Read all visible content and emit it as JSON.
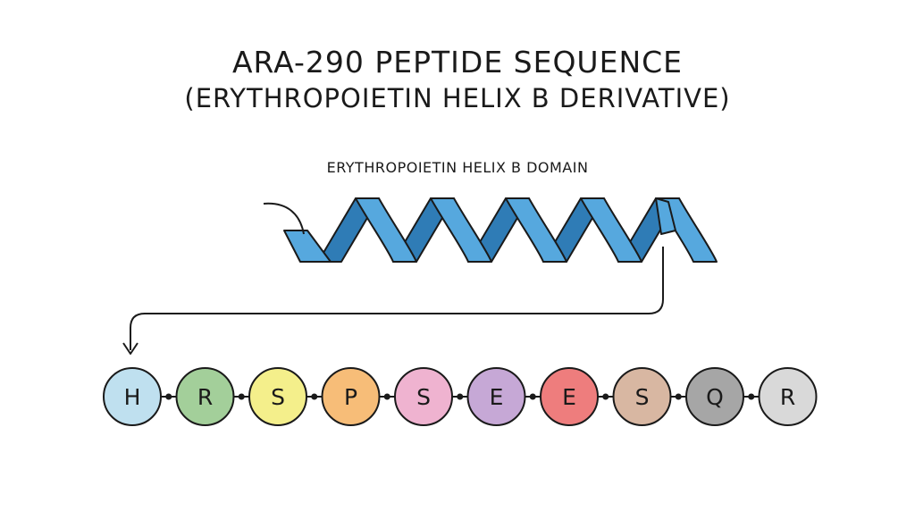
{
  "title": {
    "line1": "ARA-290 PEPTIDE SEQUENCE",
    "line2": "(ERYTHROPOIETIN HELIX B DERIVATIVE)"
  },
  "helix": {
    "label": "ERYTHROPOIETIN HELIX B DOMAIN",
    "front_color": "#56a8de",
    "back_color": "#2f7cb6",
    "outline_color": "#1a1a1a"
  },
  "sequence": [
    {
      "letter": "H",
      "color": "#bfe0ef"
    },
    {
      "letter": "R",
      "color": "#a3cf9a"
    },
    {
      "letter": "S",
      "color": "#f4ef8b"
    },
    {
      "letter": "P",
      "color": "#f7bd78"
    },
    {
      "letter": "S",
      "color": "#efb3d0"
    },
    {
      "letter": "E",
      "color": "#c6a8d6"
    },
    {
      "letter": "E",
      "color": "#ee7d7d"
    },
    {
      "letter": "S",
      "color": "#d8b7a2"
    },
    {
      "letter": "Q",
      "color": "#a6a6a6"
    },
    {
      "letter": "R",
      "color": "#d9d9d9"
    }
  ],
  "icons": {
    "arrow": "arrow-down-icon"
  }
}
